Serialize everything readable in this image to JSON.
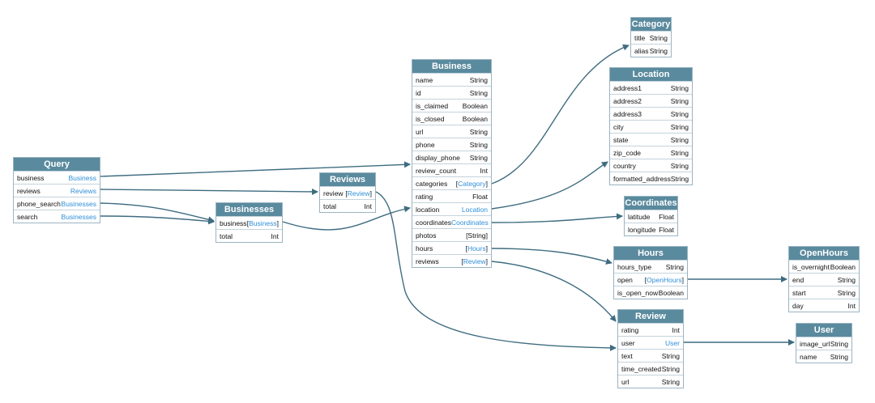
{
  "colors": {
    "header": "#5a8a9e",
    "link": "#2f8fd8",
    "edge": "#3f6c80",
    "border": "#9bb4c2"
  },
  "nodes": {
    "query": {
      "title": "Query",
      "fields": [
        {
          "name": "business",
          "type": "Business",
          "ref": true,
          "list": false
        },
        {
          "name": "reviews",
          "type": "Reviews",
          "ref": true,
          "list": false
        },
        {
          "name": "phone_search",
          "type": "Businesses",
          "ref": true,
          "list": false
        },
        {
          "name": "search",
          "type": "Businesses",
          "ref": true,
          "list": false
        }
      ]
    },
    "businesses": {
      "title": "Businesses",
      "fields": [
        {
          "name": "business",
          "type": "Business",
          "ref": true,
          "list": true
        },
        {
          "name": "total",
          "type": "Int",
          "ref": false,
          "list": false
        }
      ]
    },
    "reviews": {
      "title": "Reviews",
      "fields": [
        {
          "name": "review",
          "type": "Review",
          "ref": true,
          "list": true
        },
        {
          "name": "total",
          "type": "Int",
          "ref": false,
          "list": false
        }
      ]
    },
    "business": {
      "title": "Business",
      "fields": [
        {
          "name": "name",
          "type": "String",
          "ref": false,
          "list": false
        },
        {
          "name": "id",
          "type": "String",
          "ref": false,
          "list": false
        },
        {
          "name": "is_claimed",
          "type": "Boolean",
          "ref": false,
          "list": false
        },
        {
          "name": "is_closed",
          "type": "Boolean",
          "ref": false,
          "list": false
        },
        {
          "name": "url",
          "type": "String",
          "ref": false,
          "list": false
        },
        {
          "name": "phone",
          "type": "String",
          "ref": false,
          "list": false
        },
        {
          "name": "display_phone",
          "type": "String",
          "ref": false,
          "list": false
        },
        {
          "name": "review_count",
          "type": "Int",
          "ref": false,
          "list": false
        },
        {
          "name": "categories",
          "type": "Category",
          "ref": true,
          "list": true
        },
        {
          "name": "rating",
          "type": "Float",
          "ref": false,
          "list": false
        },
        {
          "name": "location",
          "type": "Location",
          "ref": true,
          "list": false
        },
        {
          "name": "coordinates",
          "type": "Coordinates",
          "ref": true,
          "list": false
        },
        {
          "name": "photos",
          "type": "[String]",
          "ref": false,
          "list": false
        },
        {
          "name": "hours",
          "type": "Hours",
          "ref": true,
          "list": true
        },
        {
          "name": "reviews",
          "type": "Review",
          "ref": true,
          "list": true
        }
      ]
    },
    "category": {
      "title": "Category",
      "fields": [
        {
          "name": "title",
          "type": "String",
          "ref": false,
          "list": false
        },
        {
          "name": "alias",
          "type": "String",
          "ref": false,
          "list": false
        }
      ]
    },
    "location": {
      "title": "Location",
      "fields": [
        {
          "name": "address1",
          "type": "String",
          "ref": false,
          "list": false
        },
        {
          "name": "address2",
          "type": "String",
          "ref": false,
          "list": false
        },
        {
          "name": "address3",
          "type": "String",
          "ref": false,
          "list": false
        },
        {
          "name": "city",
          "type": "String",
          "ref": false,
          "list": false
        },
        {
          "name": "state",
          "type": "String",
          "ref": false,
          "list": false
        },
        {
          "name": "zip_code",
          "type": "String",
          "ref": false,
          "list": false
        },
        {
          "name": "country",
          "type": "String",
          "ref": false,
          "list": false
        },
        {
          "name": "formatted_address",
          "type": "String",
          "ref": false,
          "list": false
        }
      ]
    },
    "coordinates": {
      "title": "Coordinates",
      "fields": [
        {
          "name": "latitude",
          "type": "Float",
          "ref": false,
          "list": false
        },
        {
          "name": "longitude",
          "type": "Float",
          "ref": false,
          "list": false
        }
      ]
    },
    "hours": {
      "title": "Hours",
      "fields": [
        {
          "name": "hours_type",
          "type": "String",
          "ref": false,
          "list": false
        },
        {
          "name": "open",
          "type": "OpenHours",
          "ref": true,
          "list": true
        },
        {
          "name": "is_open_now",
          "type": "Boolean",
          "ref": false,
          "list": false
        }
      ]
    },
    "openhours": {
      "title": "OpenHours",
      "fields": [
        {
          "name": "is_overnight",
          "type": "Boolean",
          "ref": false,
          "list": false
        },
        {
          "name": "end",
          "type": "String",
          "ref": false,
          "list": false
        },
        {
          "name": "start",
          "type": "String",
          "ref": false,
          "list": false
        },
        {
          "name": "day",
          "type": "Int",
          "ref": false,
          "list": false
        }
      ]
    },
    "review": {
      "title": "Review",
      "fields": [
        {
          "name": "rating",
          "type": "Int",
          "ref": false,
          "list": false
        },
        {
          "name": "user",
          "type": "User",
          "ref": true,
          "list": false
        },
        {
          "name": "text",
          "type": "String",
          "ref": false,
          "list": false
        },
        {
          "name": "time_created",
          "type": "String",
          "ref": false,
          "list": false
        },
        {
          "name": "url",
          "type": "String",
          "ref": false,
          "list": false
        }
      ]
    },
    "user": {
      "title": "User",
      "fields": [
        {
          "name": "image_url",
          "type": "String",
          "ref": false,
          "list": false
        },
        {
          "name": "name",
          "type": "String",
          "ref": false,
          "list": false
        }
      ]
    }
  }
}
